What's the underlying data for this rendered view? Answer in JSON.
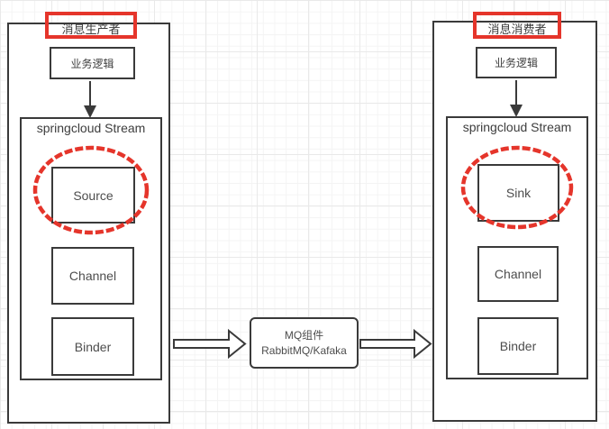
{
  "colors": {
    "highlight_red": "#e5352b",
    "box_border": "#3a3a3a",
    "text": "#4d4d4d",
    "background": "#ffffff"
  },
  "producer": {
    "title": "消息生产者",
    "logic_label": "业务逻辑",
    "stream_label": "springcloud Stream",
    "components": [
      "Source",
      "Channel",
      "Binder"
    ]
  },
  "middleware": {
    "line1": "MQ组件",
    "line2": "RabbitMQ/Kafaka"
  },
  "consumer": {
    "title": "消息消费者",
    "logic_label": "业务逻辑",
    "stream_label": "springcloud Stream",
    "components": [
      "Sink",
      "Channel",
      "Binder"
    ]
  }
}
